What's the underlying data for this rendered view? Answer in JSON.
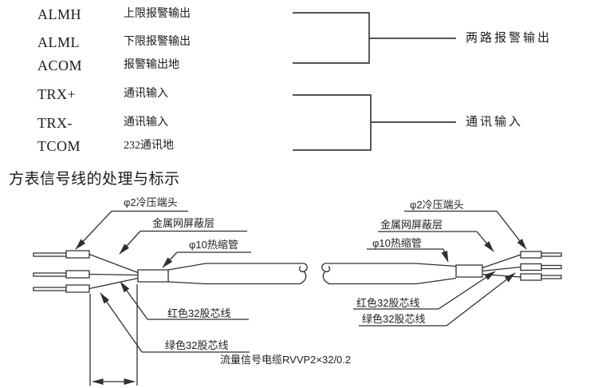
{
  "terminal_table": {
    "rows": [
      {
        "name": "ALMH",
        "desc": "上限报警输出"
      },
      {
        "name": "ALML",
        "desc": "下限报警输出"
      },
      {
        "name": "ACOM",
        "desc": "报警输出地"
      },
      {
        "name": "TRX+",
        "desc": "通讯输入"
      },
      {
        "name": "TRX-",
        "desc": "通讯输入"
      },
      {
        "name": "TCOM",
        "desc": "232通讯地"
      }
    ],
    "groups": [
      {
        "label": "两路报警输出"
      },
      {
        "label": "通讯输入"
      }
    ]
  },
  "section": {
    "title": "方表信号线的处理与标示"
  },
  "cable_diagram": {
    "labels": {
      "crimp_terminal": "φ2冷压端头",
      "shield": "金属网屏蔽层",
      "heat_shrink": "φ10热缩管",
      "red_core": "红色32股芯线",
      "green_core": "绿色32股芯线"
    },
    "cable_spec": "流量信号电缆RVVP2×32/0.2"
  },
  "colors": {
    "background": "#ffffff",
    "line": "#2f2f2f",
    "text": "#1a1a1a"
  }
}
